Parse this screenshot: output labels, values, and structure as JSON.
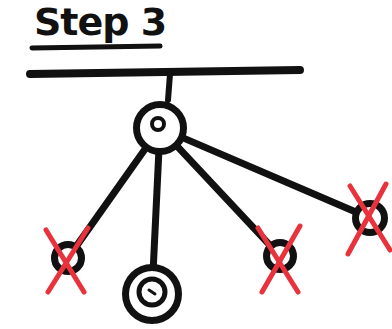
{
  "diagram": {
    "title": "Step 3",
    "nodes": [
      {
        "text": []
      },
      {
        "text": []
      },
      {
        "text": []
      },
      {
        "text": []
      },
      {
        "text": []
      }
    ],
    "edges": [
      {
        "from": 0,
        "to": 1,
        "arrow": "none"
      },
      {
        "from": 0,
        "to": 2,
        "arrow": "none"
      },
      {
        "from": 0,
        "to": 3,
        "arrow": "none"
      },
      {
        "from": 0,
        "to": 4,
        "arrow": "none"
      }
    ]
  }
}
